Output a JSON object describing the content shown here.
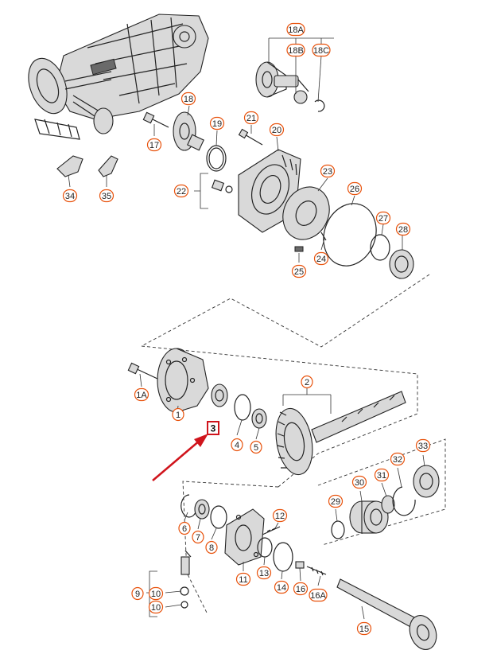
{
  "diagram": {
    "callouts": [
      {
        "id": "c18A",
        "label": "18A"
      },
      {
        "id": "c18B",
        "label": "18B"
      },
      {
        "id": "c18C",
        "label": "18C"
      },
      {
        "id": "c18",
        "label": "18"
      },
      {
        "id": "c19",
        "label": "19"
      },
      {
        "id": "c21",
        "label": "21"
      },
      {
        "id": "c20",
        "label": "20"
      },
      {
        "id": "c17",
        "label": "17"
      },
      {
        "id": "c22",
        "label": "22"
      },
      {
        "id": "c23",
        "label": "23"
      },
      {
        "id": "c26",
        "label": "26"
      },
      {
        "id": "c27",
        "label": "27"
      },
      {
        "id": "c28",
        "label": "28"
      },
      {
        "id": "c24",
        "label": "24"
      },
      {
        "id": "c25",
        "label": "25"
      },
      {
        "id": "c34",
        "label": "34"
      },
      {
        "id": "c35",
        "label": "35"
      },
      {
        "id": "c2",
        "label": "2"
      },
      {
        "id": "c1A",
        "label": "1A"
      },
      {
        "id": "c1",
        "label": "1"
      },
      {
        "id": "c4",
        "label": "4"
      },
      {
        "id": "c5",
        "label": "5"
      },
      {
        "id": "c33",
        "label": "33"
      },
      {
        "id": "c32",
        "label": "32"
      },
      {
        "id": "c31",
        "label": "31"
      },
      {
        "id": "c30",
        "label": "30"
      },
      {
        "id": "c29",
        "label": "29"
      },
      {
        "id": "c12",
        "label": "12"
      },
      {
        "id": "c6",
        "label": "6"
      },
      {
        "id": "c7",
        "label": "7"
      },
      {
        "id": "c8",
        "label": "8"
      },
      {
        "id": "c11",
        "label": "11"
      },
      {
        "id": "c13",
        "label": "13"
      },
      {
        "id": "c14",
        "label": "14"
      },
      {
        "id": "c16",
        "label": "16"
      },
      {
        "id": "c16A",
        "label": "16A"
      },
      {
        "id": "c9",
        "label": "9"
      },
      {
        "id": "c10a",
        "label": "10"
      },
      {
        "id": "c10b",
        "label": "10"
      },
      {
        "id": "c15",
        "label": "15"
      }
    ],
    "highlight": {
      "label": "3"
    },
    "colors": {
      "callout_ring": "#e8520c",
      "highlight": "#d0141c"
    }
  }
}
